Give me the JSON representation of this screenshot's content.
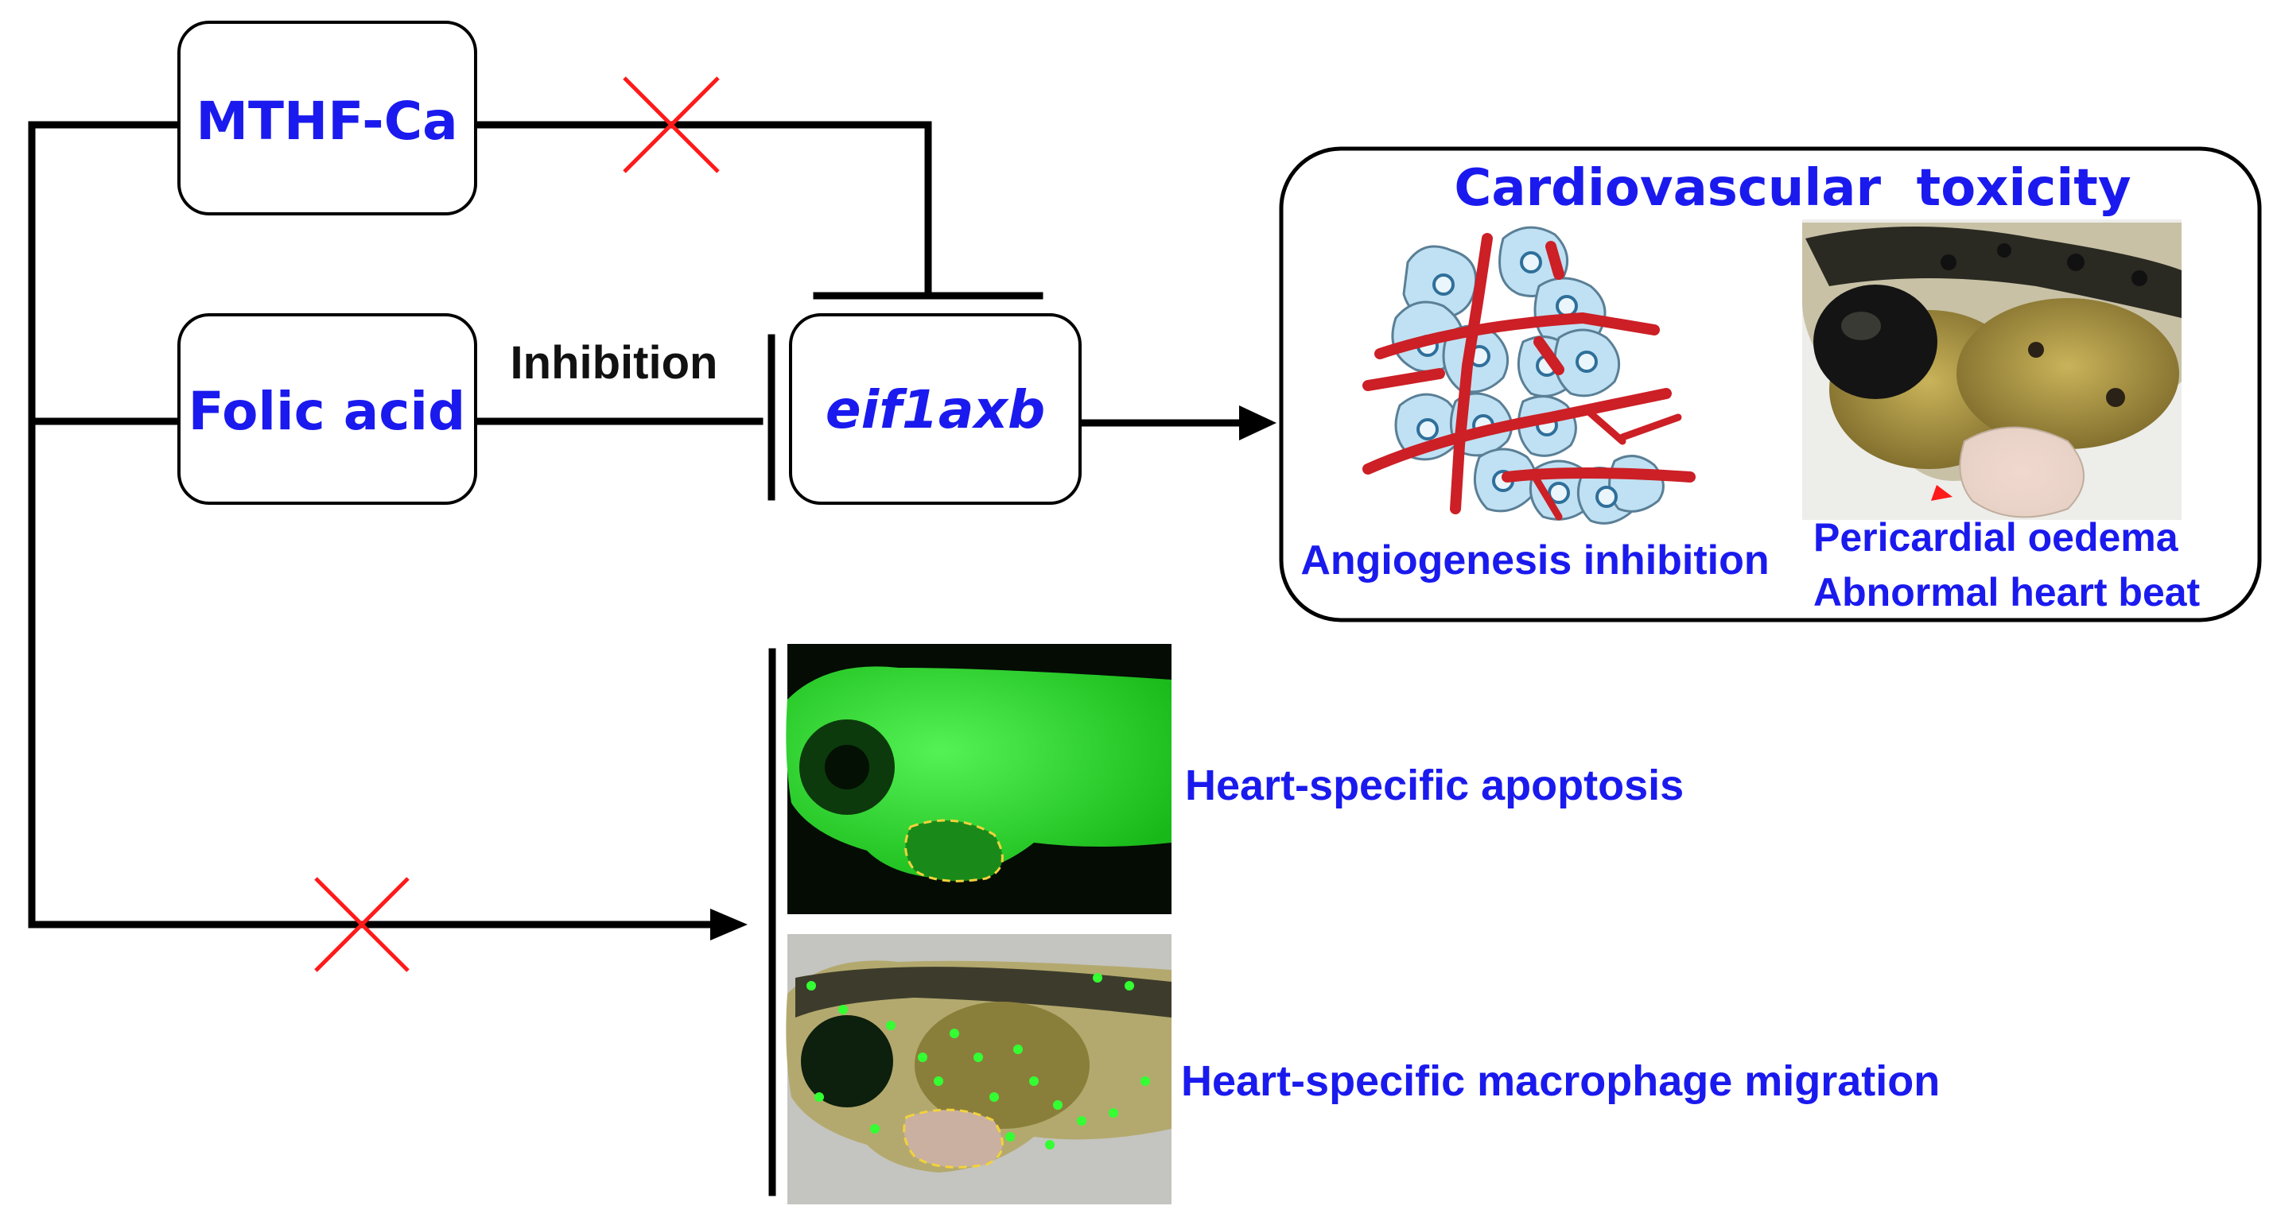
{
  "nodes": {
    "mthf": {
      "label": "MTHF-Ca"
    },
    "folic": {
      "label": "Folic acid"
    },
    "gene": {
      "label": "eif1axb"
    }
  },
  "edges": {
    "inhibition_label": "Inhibition"
  },
  "toxicity": {
    "title": "Cardiovascular  toxicity",
    "angio_caption": "Angiogenesis inhibition",
    "oedema_caption": "Pericardial oedema",
    "heartbeat_caption": "Abnormal heart beat"
  },
  "outcomes": {
    "apoptosis_caption": "Heart-specific apoptosis",
    "macrophage_caption": "Heart-specific macrophage migration"
  },
  "colors": {
    "text_blue": "#1a1aee",
    "cross_red": "#ff1a1a",
    "vessel_red": "#cc1f26",
    "cell_blue": "#bfe1f3",
    "fluor_green": "#22dd22"
  }
}
